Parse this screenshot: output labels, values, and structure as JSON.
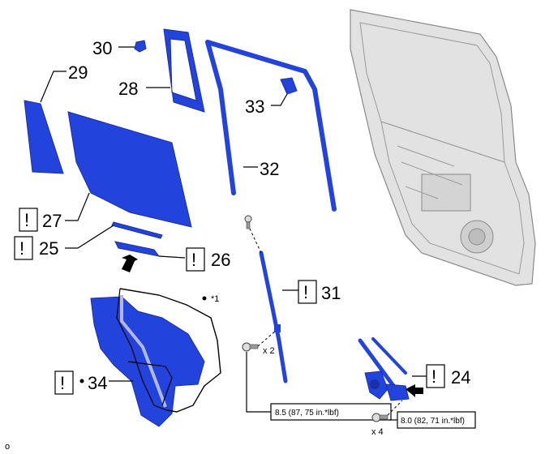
{
  "callouts": {
    "p24": "24",
    "p25": "25",
    "p26": "26",
    "p27": "27",
    "p28": "28",
    "p29": "29",
    "p30": "30",
    "p31": "31",
    "p32": "32",
    "p33": "33",
    "p34": "34"
  },
  "notice_mark": "!",
  "note_ref": "*1",
  "bolt_qty_31": "x 2",
  "bolt_qty_24": "x 4",
  "torque_31": "8.5 (87, 75 in.*lbf)",
  "torque_24": "8.0 (82, 71 in.*lbf)",
  "corner_mark": "o",
  "colors": {
    "part": "#2244dd",
    "door": "#e2e2e2"
  }
}
